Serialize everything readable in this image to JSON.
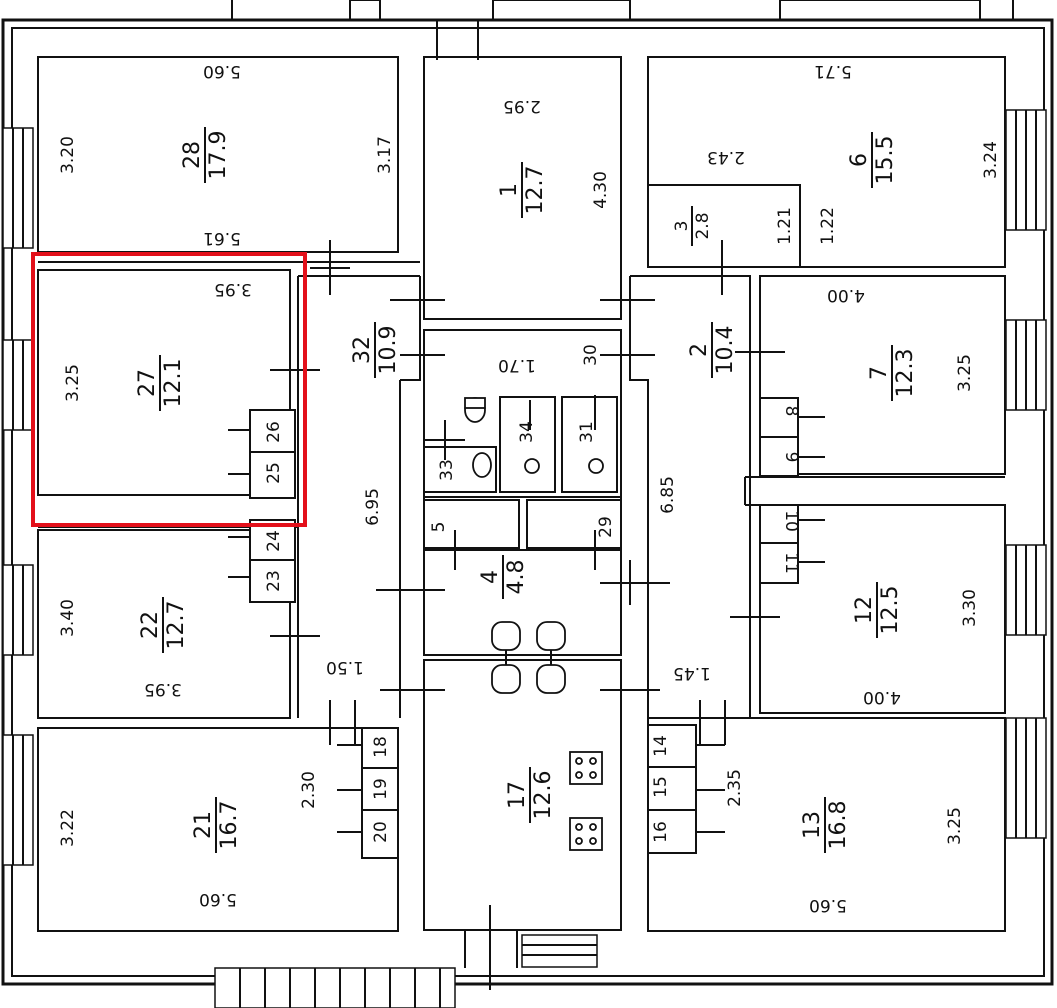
{
  "highlight_color": "#e3101a",
  "rooms": [
    {
      "key": "r28",
      "number": "28",
      "area": "17.9"
    },
    {
      "key": "r1",
      "number": "1",
      "area": "12.7"
    },
    {
      "key": "r6",
      "number": "6",
      "area": "15.5"
    },
    {
      "key": "r3",
      "number": "3",
      "area": "2.8"
    },
    {
      "key": "r27",
      "number": "27",
      "area": "12.1"
    },
    {
      "key": "r32",
      "number": "32",
      "area": "10.9"
    },
    {
      "key": "r2",
      "number": "2",
      "area": "10.4"
    },
    {
      "key": "r7",
      "number": "7",
      "area": "12.3"
    },
    {
      "key": "r4",
      "number": "4",
      "area": "4.8"
    },
    {
      "key": "r22",
      "number": "22",
      "area": "12.7"
    },
    {
      "key": "r12",
      "number": "12",
      "area": "12.5"
    },
    {
      "key": "r21",
      "number": "21",
      "area": "16.7"
    },
    {
      "key": "r17",
      "number": "17",
      "area": "12.6"
    },
    {
      "key": "r13",
      "number": "13",
      "area": "16.8"
    }
  ],
  "small_rooms": [
    "26",
    "25",
    "24",
    "23",
    "18",
    "19",
    "20",
    "33",
    "34",
    "31",
    "5",
    "29",
    "30",
    "8",
    "9",
    "10",
    "11",
    "14",
    "15",
    "16"
  ],
  "dimensions": {
    "d560a": "5.60",
    "d320": "3.20",
    "d317": "3.17",
    "d561": "5.61",
    "d295": "2.95",
    "d430": "4.30",
    "d571": "5.71",
    "d243": "2.43",
    "d121": "1.21",
    "d122": "1.22",
    "d324": "3.24",
    "d395a": "3.95",
    "d325a": "3.25",
    "d170": "1.70",
    "d400a": "4.00",
    "d325b": "3.25",
    "d695": "6.95",
    "d685": "6.85",
    "d340": "3.40",
    "d395b": "3.95",
    "d150": "1.50",
    "d145": "1.45",
    "d330": "3.30",
    "d400b": "4.00",
    "d322": "3.22",
    "d230": "2.30",
    "d235": "2.35",
    "d325c": "3.25",
    "d560b": "5.60",
    "d560c": "5.60"
  }
}
